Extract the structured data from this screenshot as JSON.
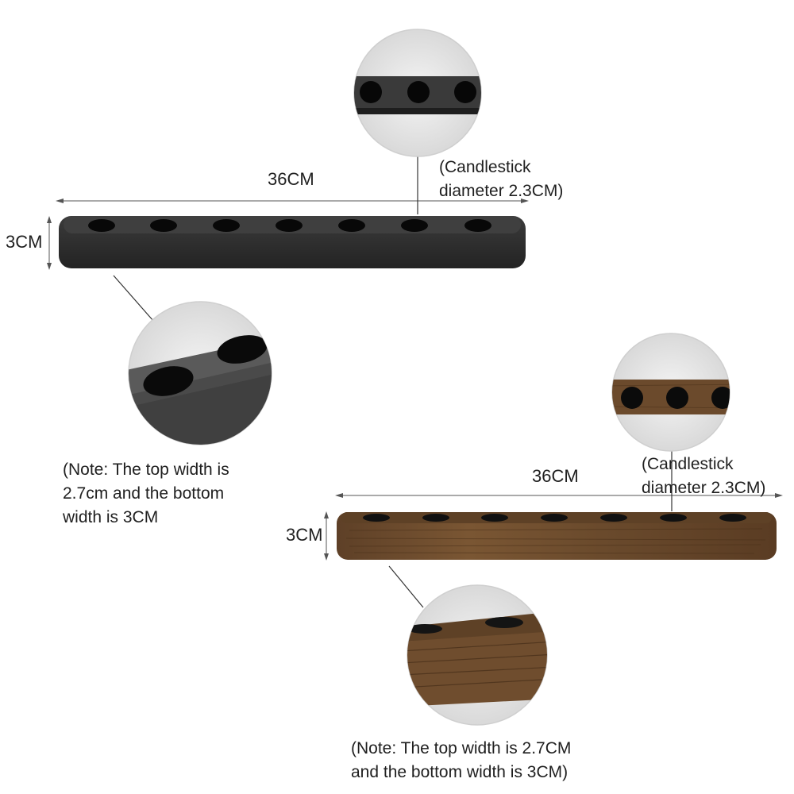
{
  "product_black": {
    "length_label": "36CM",
    "height_label": "3CM",
    "diameter_note": "(Candlestick\ndiameter 2.3CM)",
    "width_note": "(Note: The top width is\n2.7cm and the bottom\nwidth is 3CM",
    "colors": {
      "body": "#2f2f2f",
      "top": "#3a3a3a",
      "hole": "#0a0a0a"
    }
  },
  "product_wood": {
    "length_label": "36CM",
    "height_label": "3CM",
    "diameter_note": "(Candlestick\ndiameter 2.3CM)",
    "width_note": "(Note: The top width is 2.7CM\nand the bottom width is 3CM)",
    "colors": {
      "body": "#6b4a2c",
      "top": "#5a3d23",
      "hole": "#111111"
    }
  }
}
